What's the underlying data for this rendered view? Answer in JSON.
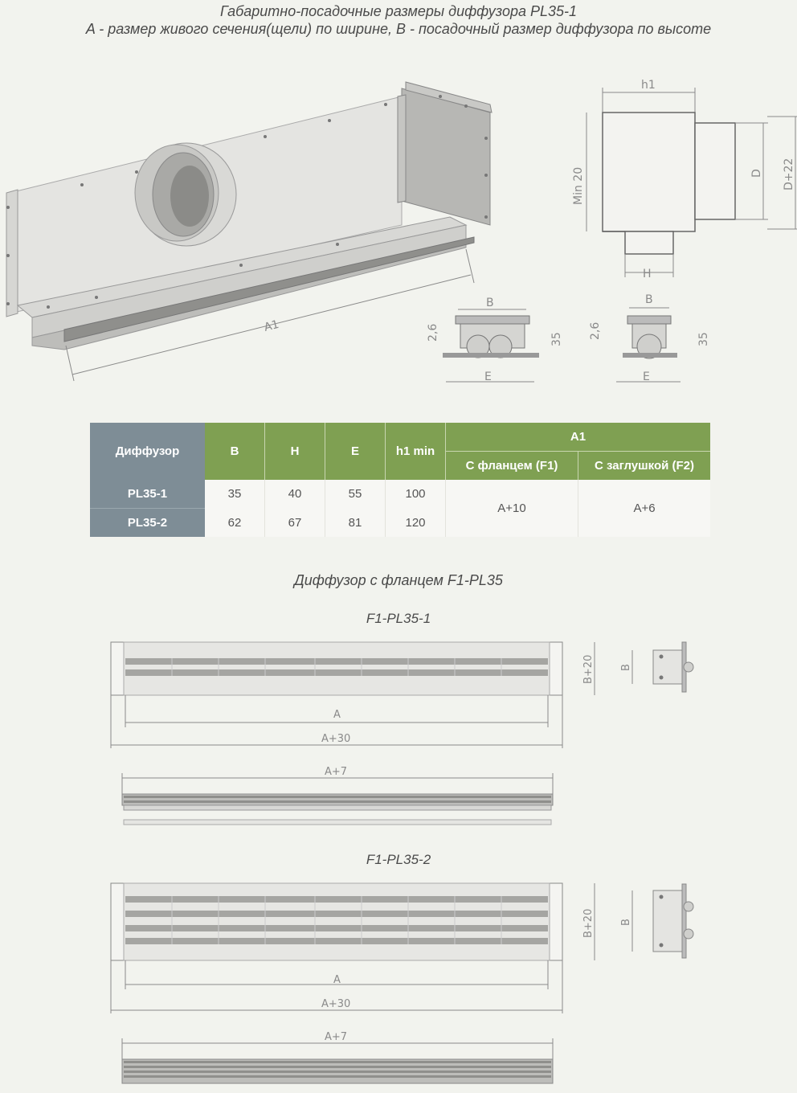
{
  "header": {
    "title_line1": "Габаритно-посадочные размеры диффузора PL35-1",
    "title_line2": "A - размер живого сечения(щели) по ширине, B - посадочный размер диффузора по высоте"
  },
  "drawing_labels": {
    "a1": "A1",
    "h1": "h1",
    "min20": "Min 20",
    "d": "D",
    "d22": "D+22",
    "h": "H",
    "b": "B",
    "e": "E",
    "dim26": "2,6",
    "dim35": "35"
  },
  "table": {
    "col_diffuser": "Диффузор",
    "col_b": "B",
    "col_h": "H",
    "col_e": "E",
    "col_h1": "h1 min",
    "col_a1": "A1",
    "col_flange": "С фланцем (F1)",
    "col_plug": "С заглушкой (F2)",
    "rows": [
      {
        "name": "PL35-1",
        "b": "35",
        "h": "40",
        "e": "55",
        "h1": "100"
      },
      {
        "name": "PL35-2",
        "b": "62",
        "h": "67",
        "e": "81",
        "h1": "120"
      }
    ],
    "a1_flange": "A+10",
    "a1_plug": "A+6"
  },
  "section_title": "Диффузор с фланцем F1-PL35",
  "variant1": {
    "title": "F1-PL35-1",
    "dim_a": "A",
    "dim_a30": "A+30",
    "dim_b20": "B+20",
    "dim_b": "B",
    "dim_a7": "A+7"
  },
  "variant2": {
    "title": "F1-PL35-2",
    "dim_a": "A",
    "dim_a30": "A+30",
    "dim_b20": "B+20",
    "dim_b": "B",
    "dim_a7": "A+7"
  }
}
